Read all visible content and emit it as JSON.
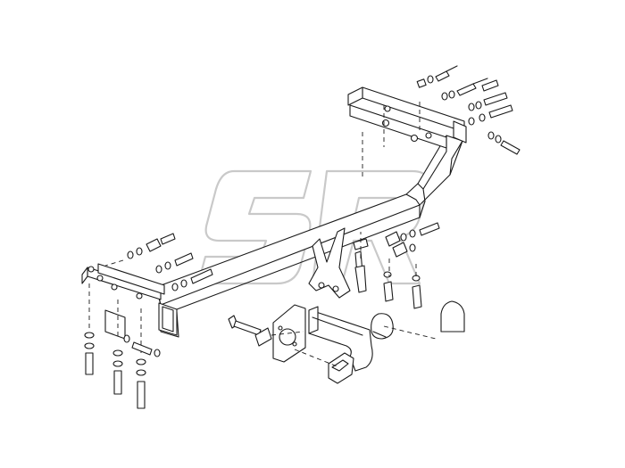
{
  "colors": {
    "background": "#ffffff",
    "line": "#1a1a1a",
    "watermark": "#c9c9c9"
  },
  "diagram": {
    "watermark_text": "SR",
    "parts": [
      "crossbar-beam",
      "right-side-bracket",
      "left-side-bracket",
      "tow-ball",
      "ball-mount-arm",
      "socket-plate",
      "ball-cover",
      "electrical-socket",
      "fastener-bolts"
    ]
  }
}
